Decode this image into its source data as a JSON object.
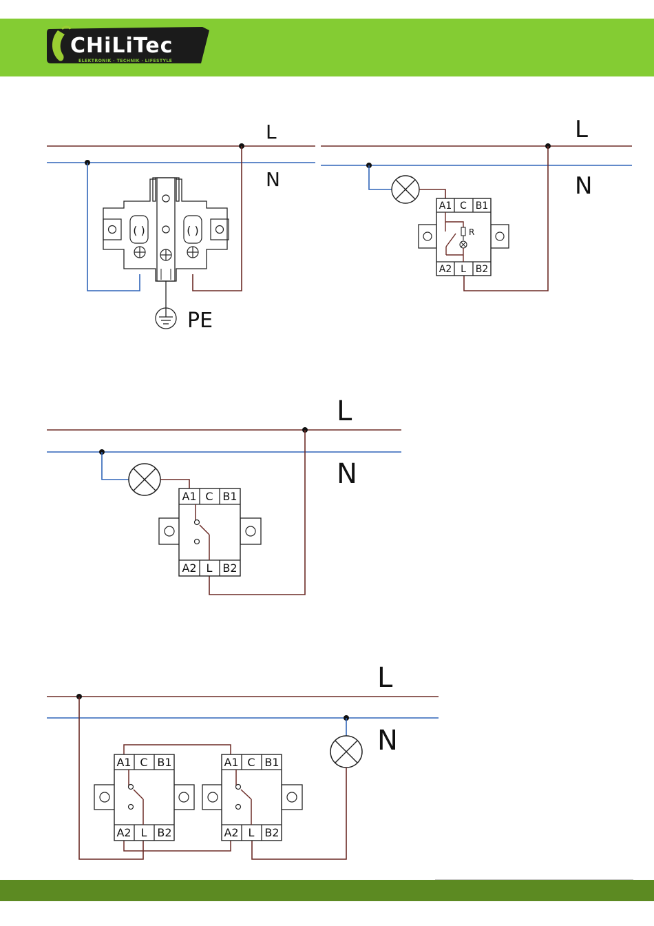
{
  "brand": {
    "name": "CHiLiTec",
    "tagline": "ELEKTRONIK · TECHNIK · LIFESTYLE"
  },
  "colors": {
    "header_green": "#84CC33",
    "footer_green": "#5C8A22",
    "live_wire": "#6B2A25",
    "neutral_wire": "#2F64B8",
    "ink": "#111111"
  },
  "diagram_socket": {
    "line_label": "L",
    "neutral_label": "N",
    "earth_label": "PE"
  },
  "diagram_illuminated_switch": {
    "line_label": "L",
    "neutral_label": "N",
    "resistor_label": "R",
    "terminals": [
      "A1",
      "C",
      "B1",
      "A2",
      "L",
      "B2"
    ]
  },
  "diagram_switch": {
    "line_label": "L",
    "neutral_label": "N",
    "terminals": [
      "A1",
      "C",
      "B1",
      "A2",
      "L",
      "B2"
    ]
  },
  "diagram_two_way": {
    "line_label": "L",
    "neutral_label": "N",
    "switch_left_terminals": [
      "A1",
      "C",
      "B1",
      "A2",
      "L",
      "B2"
    ],
    "switch_right_terminals": [
      "A1",
      "C",
      "B1",
      "A2",
      "L",
      "B2"
    ]
  }
}
